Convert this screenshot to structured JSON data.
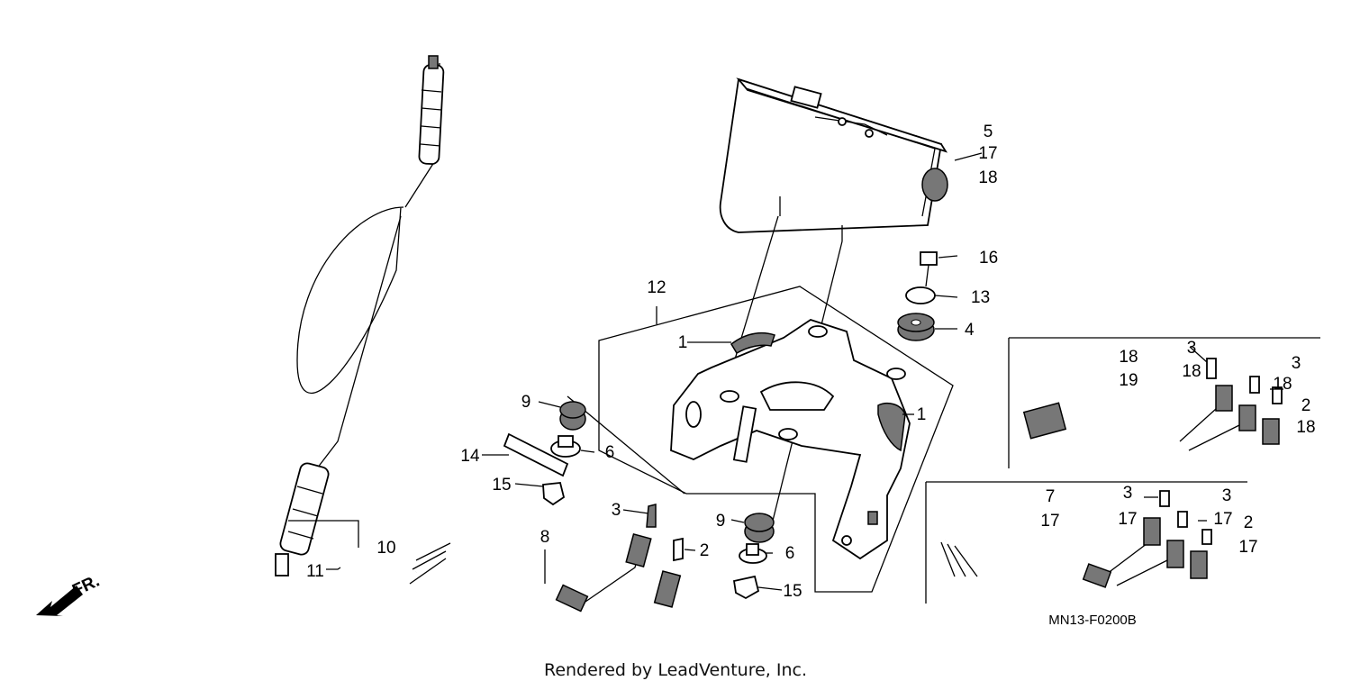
{
  "diagram": {
    "callouts": {
      "c1a": "1",
      "c1b": "1",
      "c2a": "2",
      "c2b": "2",
      "c2c": "2",
      "c3a": "3",
      "c3b": "3",
      "c3c": "3",
      "c3d": "3",
      "c3e": "3",
      "c4": "4",
      "c5": "5",
      "c6a": "6",
      "c6b": "6",
      "c7": "7",
      "c8": "8",
      "c9a": "9",
      "c9b": "9",
      "c10": "10",
      "c11": "11",
      "c12": "12",
      "c13": "13",
      "c14": "14",
      "c15a": "15",
      "c15b": "15",
      "c16": "16",
      "c17a": "17",
      "c17b": "17",
      "c17c": "17",
      "c17d": "17",
      "c17e": "17",
      "c18a": "18",
      "c18b": "18",
      "c18c": "18",
      "c18d": "18",
      "c18e": "18",
      "c19": "19"
    },
    "direction_label": "FR.",
    "drawing_code": "MN13-F0200B"
  },
  "footer": {
    "credit": "Rendered by LeadVenture, Inc."
  }
}
